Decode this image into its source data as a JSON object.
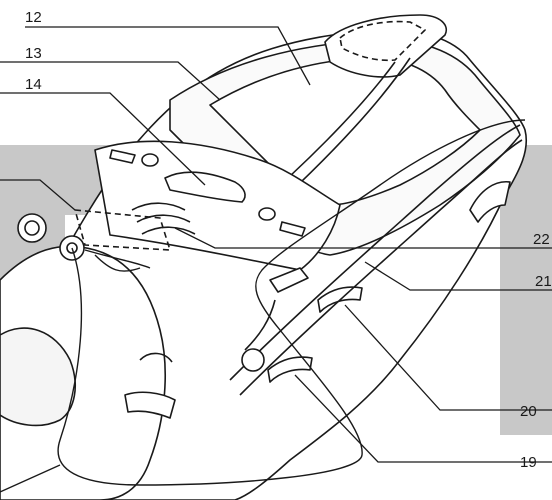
{
  "figure": {
    "callouts": [
      {
        "id": "c12",
        "label": "12"
      },
      {
        "id": "c13",
        "label": "13"
      },
      {
        "id": "c14",
        "label": "14"
      },
      {
        "id": "c22",
        "label": "22"
      },
      {
        "id": "c21",
        "label": "21"
      },
      {
        "id": "c20",
        "label": "20"
      },
      {
        "id": "c19",
        "label": "19"
      }
    ]
  },
  "colors": {
    "watermark": "#c8c8c8",
    "line": "#1a1a1a",
    "fill": "#ffffff",
    "shade": "#f2f2f2"
  }
}
